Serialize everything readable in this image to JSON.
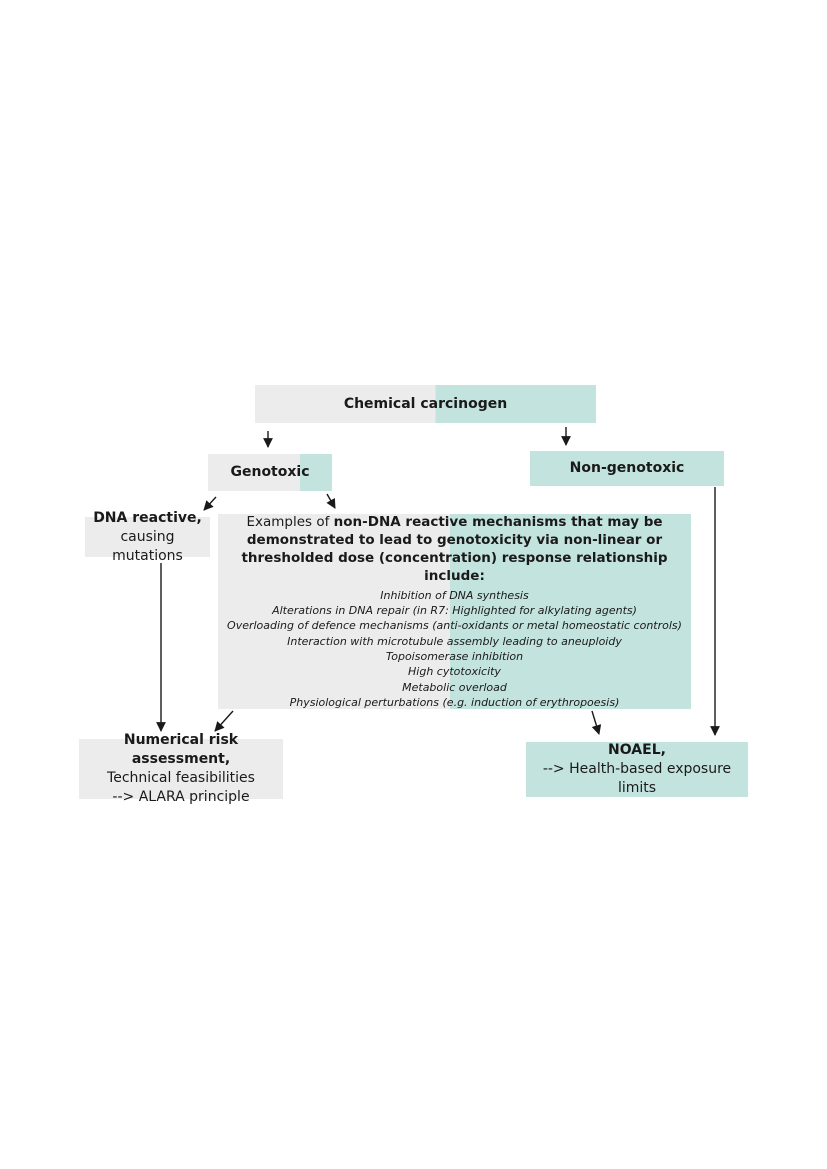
{
  "top": {
    "label": "Chemical carcinogen"
  },
  "genotoxic": {
    "label": "Genotoxic"
  },
  "nongenotoxic": {
    "label": "Non-genotoxic"
  },
  "dna_reactive": {
    "title": "DNA reactive,",
    "subtitle": "causing mutations"
  },
  "mechanisms": {
    "intro_prefix": "Examples of ",
    "intro_bold": "non-DNA reactive mechanisms that may be demonstrated  to lead to genotoxicity via non-linear or thresholded dose (concentration) response relationship",
    "intro_suffix": " include:",
    "items": [
      "Inhibition of DNA synthesis",
      "Alterations in DNA repair (in R7: Highlighted for alkylating agents)",
      "Overloading of defence mechanisms (anti-oxidants or metal homeostatic controls)",
      "Interaction with microtubule assembly leading to aneuploidy",
      "Topoisomerase inhibition",
      "High cytotoxicity",
      "Metabolic overload",
      "Physiological perturbations (e.g. induction of erythropoesis)"
    ]
  },
  "numerical": {
    "title": "Numerical risk assessment,",
    "line2": "Technical feasibilities",
    "line3": "--> ALARA principle"
  },
  "noael": {
    "title": "NOAEL,",
    "line2": "--> Health-based exposure limits"
  },
  "colors": {
    "gray_fill": "#ececec",
    "teal_fill": "#c2e3de",
    "arrow": "#1a1a1a"
  }
}
